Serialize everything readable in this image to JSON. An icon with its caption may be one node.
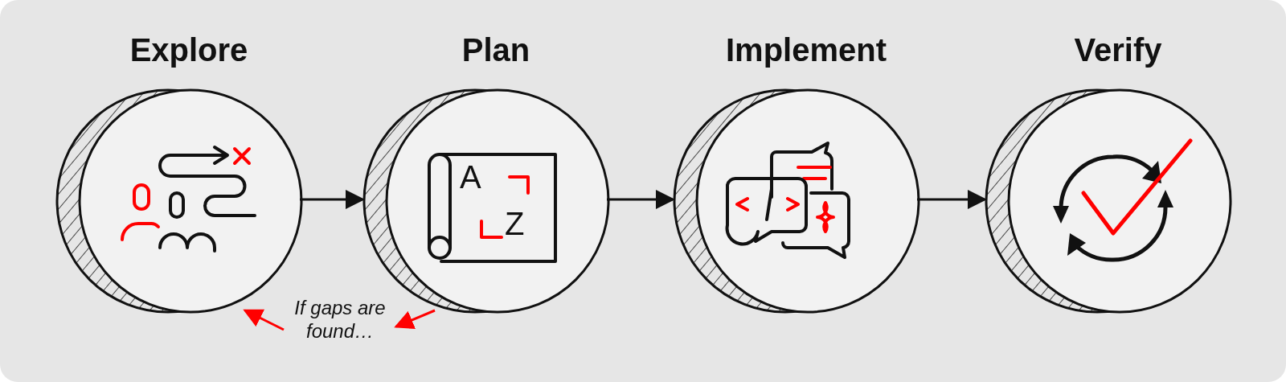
{
  "diagram": {
    "nodes": [
      {
        "text": [
          "Explore"
        ]
      },
      {
        "text": [
          "Plan"
        ]
      },
      {
        "text": [
          "Implement"
        ]
      },
      {
        "text": [
          "Verify"
        ]
      },
      {
        "text": [
          "If gaps are found…"
        ]
      }
    ],
    "edges": [
      {
        "from": 0,
        "to": 1,
        "arrow": "to"
      },
      {
        "from": 1,
        "to": 2,
        "arrow": "to"
      },
      {
        "from": 2,
        "to": 3,
        "arrow": "to"
      },
      {
        "from": 1,
        "to": 4,
        "arrow": "to",
        "color": "#ff0000"
      },
      {
        "from": 4,
        "to": 0,
        "arrow": "to",
        "color": "#ff0000"
      }
    ],
    "labels": [
      "A",
      "Z"
    ]
  }
}
